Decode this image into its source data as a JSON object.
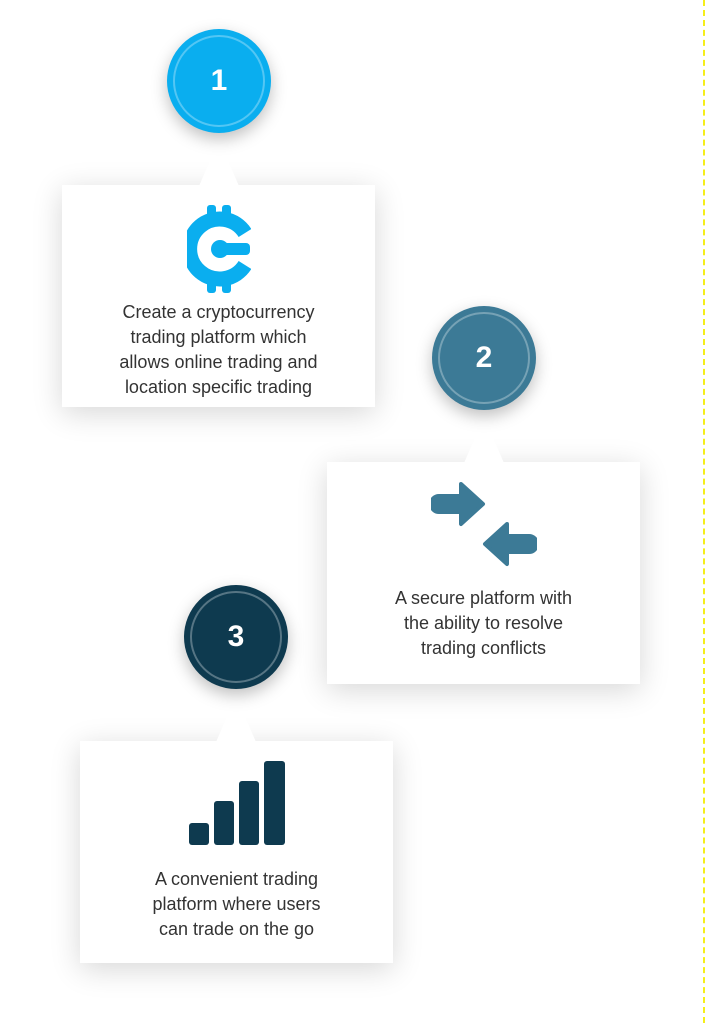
{
  "steps": [
    {
      "number": "1",
      "icon": "crypto-coin-icon",
      "color": "#0aaeef",
      "lines": [
        "Create a cryptocurrency",
        "trading platform which",
        "allows online trading and",
        "location specific trading"
      ]
    },
    {
      "number": "2",
      "icon": "arrows-converge-icon",
      "color": "#3c7a96",
      "lines": [
        "A secure platform with",
        "the ability to resolve",
        "trading conflicts"
      ]
    },
    {
      "number": "3",
      "icon": "signal-bars-icon",
      "color": "#0e3a4f",
      "lines": [
        "A convenient trading",
        "platform where users",
        "can trade on the go"
      ]
    }
  ]
}
